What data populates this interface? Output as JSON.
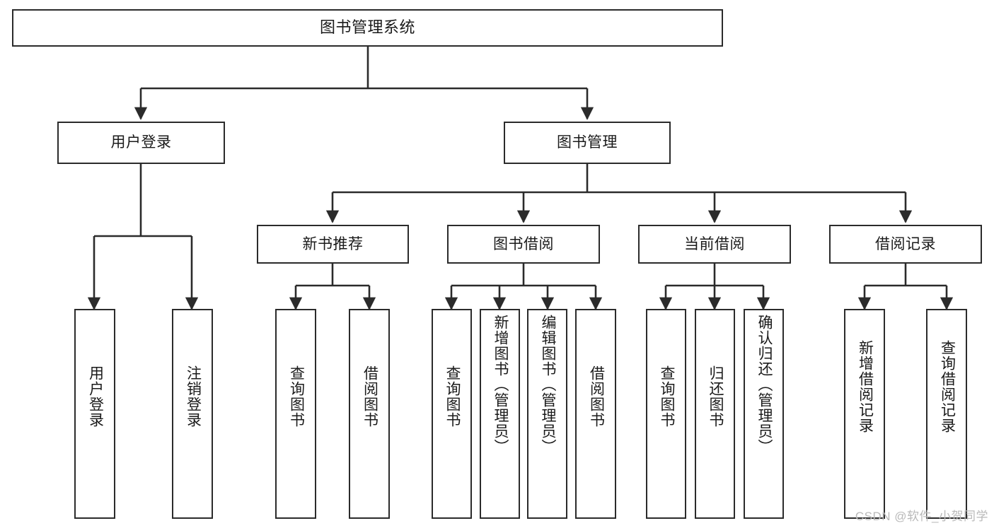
{
  "diagram": {
    "title": "图书管理系统",
    "type": "tree",
    "watermark": "CSDN @软件_小贺同学",
    "colors": {
      "stroke": "#2b2b2b",
      "fill": "#ffffff",
      "text": "#1a1a1a",
      "watermark": "#b9b9b9"
    },
    "root": {
      "label": "图书管理系统"
    },
    "level2": [
      {
        "label": "用户登录"
      },
      {
        "label": "图书管理"
      }
    ],
    "level3": [
      {
        "label": "新书推荐"
      },
      {
        "label": "图书借阅"
      },
      {
        "label": "当前借阅"
      },
      {
        "label": "借阅记录"
      }
    ],
    "leaves": {
      "user_login": [
        {
          "label": "用户登录"
        },
        {
          "label": "注销登录"
        }
      ],
      "new_book": [
        {
          "label": "查询图书"
        },
        {
          "label": "借阅图书"
        }
      ],
      "borrow": [
        {
          "label": "查询图书"
        },
        {
          "label": "新增图书（管理员）"
        },
        {
          "label": "编辑图书（管理员）"
        },
        {
          "label": "借阅图书"
        }
      ],
      "current": [
        {
          "label": "查询图书"
        },
        {
          "label": "归还图书"
        },
        {
          "label": "确认归还（管理员）"
        }
      ],
      "records": [
        {
          "label": "新增借阅记录"
        },
        {
          "label": "查询借阅记录"
        }
      ]
    }
  }
}
